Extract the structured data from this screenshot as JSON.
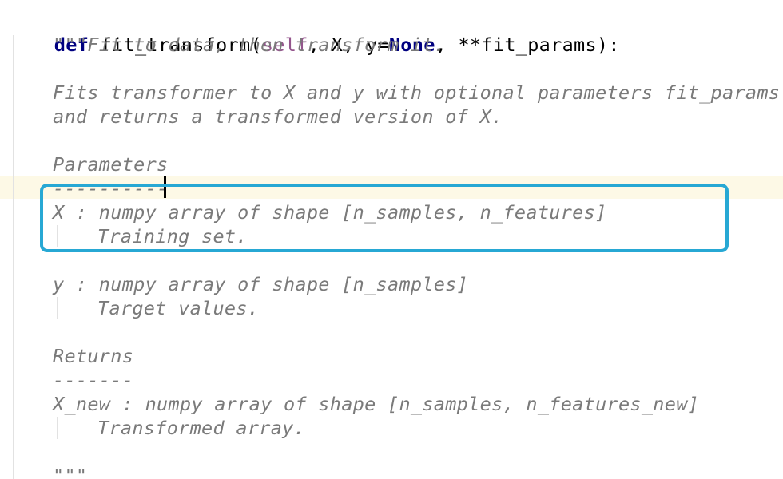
{
  "code": {
    "signature": {
      "def_keyword": "def",
      "function_name": " fit_transform(",
      "self_param": "self",
      "after_self": ", X, ",
      "y_param": "y=",
      "none_value": "None",
      "rest": ", **fit_params):"
    },
    "docstring": {
      "open": "\"\"\"Fit to data, then transform it.",
      "desc_line1": "Fits transformer to X and y with optional parameters fit_params",
      "desc_line2": "and returns a transformed version of X.",
      "params_header": "Parameters",
      "params_underline": "----------",
      "x_param": "X : numpy array of shape [n_samples, n_features]",
      "x_desc": "Training set.",
      "y_param_doc": "y : numpy array of shape [n_samples]",
      "y_desc": "Target values.",
      "returns_header": "Returns",
      "returns_underline": "-------",
      "x_new": "X_new : numpy array of shape [n_samples, n_features_new]",
      "x_new_desc": "Transformed array.",
      "close": "\"\"\""
    }
  },
  "colors": {
    "keyword": "#000080",
    "self": "#94558d",
    "docstring": "#7a7a7a",
    "highlight_box": "#27a8d4",
    "caret_row": "#fdf9e6"
  }
}
